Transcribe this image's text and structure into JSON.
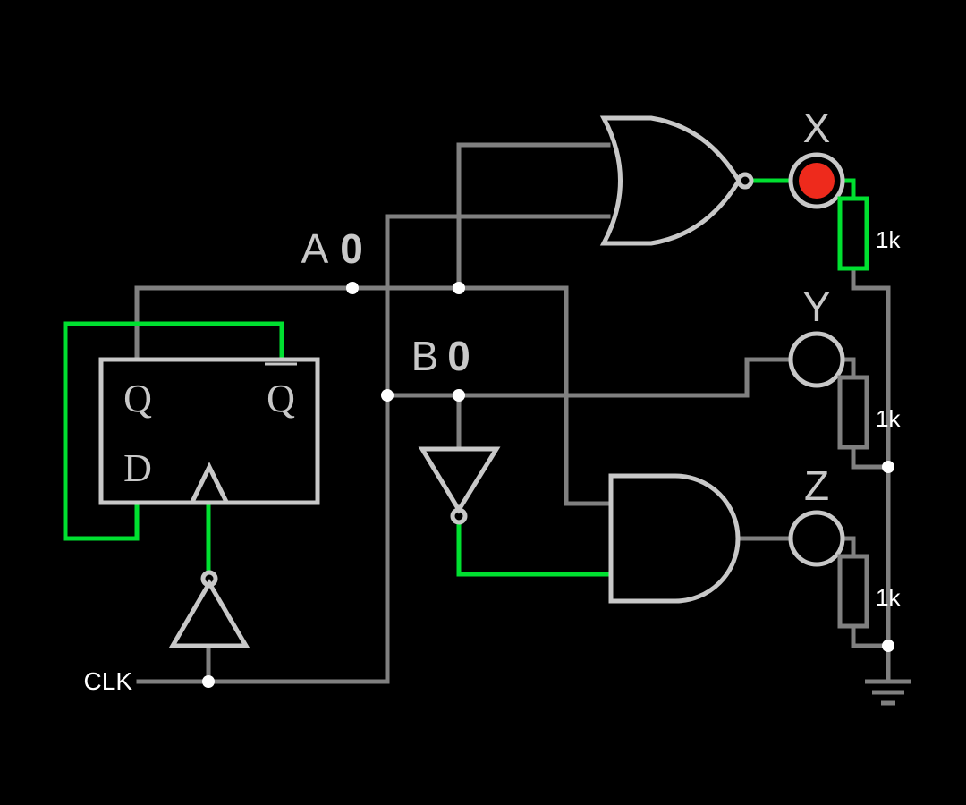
{
  "colors": {
    "background": "#000000",
    "wire_low": "#808080",
    "wire_high": "#00e030",
    "component": "#c8c8c8",
    "label": "#c8c8c8",
    "node": "#ffffff",
    "led_on": "#ee2a1c"
  },
  "inputs": {
    "clk_label": "CLK"
  },
  "flipflop": {
    "q_label": "Q",
    "qbar_label": "Q",
    "d_label": "D"
  },
  "probes": {
    "a_name": "A",
    "a_value": "0",
    "b_name": "B",
    "b_value": "0"
  },
  "outputs": {
    "x_label": "X",
    "x_state": "on",
    "y_label": "Y",
    "y_state": "off",
    "z_label": "Z",
    "z_state": "off"
  },
  "resistors": {
    "r1_label": "1k",
    "r2_label": "1k",
    "r3_label": "1k"
  }
}
